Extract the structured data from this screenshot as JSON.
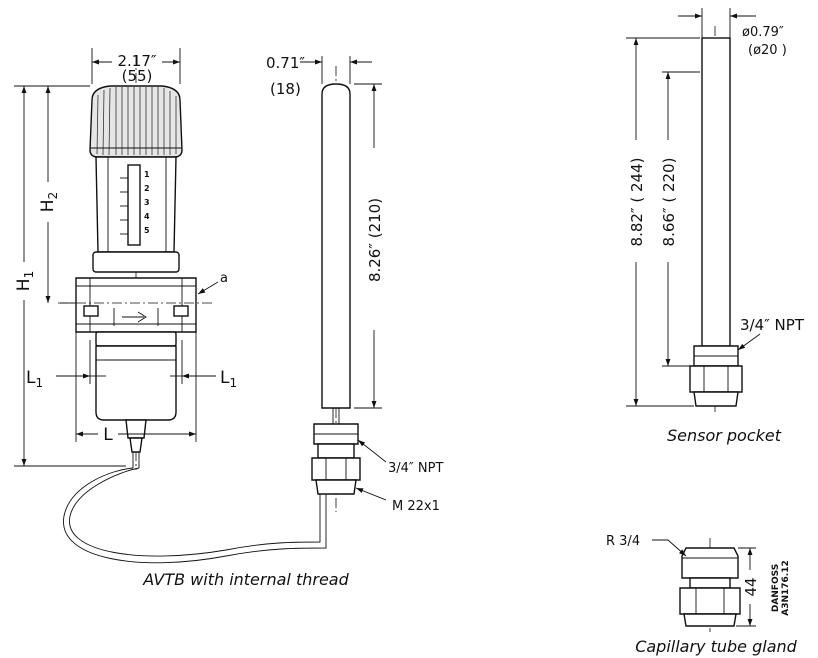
{
  "avtb": {
    "caption": "AVTB with internal thread",
    "width_in": "2.17″",
    "width_mm": "(55)",
    "h1": "H",
    "h1_sub": "1",
    "h2": "H",
    "h2_sub": "2",
    "l1": "L",
    "l1_sub": "1",
    "l": "L",
    "port_a": "a",
    "scale": [
      "1",
      "2",
      "3",
      "4",
      "5"
    ]
  },
  "sensor": {
    "dia_in": "0.71″",
    "dia_mm": "(18)",
    "length": "8.26″ (210)",
    "thread": "3/4″ NPT",
    "gland_thread": "M  22x1"
  },
  "pocket": {
    "caption": "Sensor pocket",
    "dia_in": "ø0.79″",
    "dia_mm": "(ø20 )",
    "total_length": "8.82″ ( 244)",
    "insert_length": "8.66″ ( 220)",
    "thread": "3/4″ NPT"
  },
  "gland": {
    "caption": "Capillary tube gland",
    "thread": "R  3/4",
    "height": "44",
    "stamp_line1": "DANFOSS",
    "stamp_line2": "A3N176.12"
  }
}
